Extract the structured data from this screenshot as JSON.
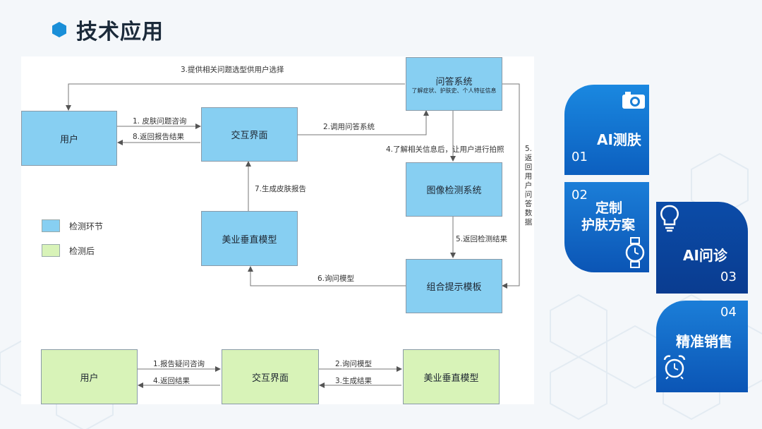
{
  "title": "技术应用",
  "diagram": {
    "nodes": {
      "user": "用户",
      "interface": "交互界面",
      "qa_system": "问答系统",
      "qa_system_sub": "了解症状、护肤史、个人特征信息",
      "image_detect": "图像检测系统",
      "combine_template": "组合提示模板",
      "beauty_model": "美业垂直模型"
    },
    "edges": {
      "e1": "1. 皮肤问题咨询",
      "e8": "8.返回报告结果",
      "e2": "2.调用问答系统",
      "e3": "3.提供相关问题选型供用户选择",
      "e4": "4.了解相关信息后，让用户进行拍照",
      "e5": "5.返回检测结果",
      "e5v": "5.返回用户问答数据",
      "e6": "6.询问模型",
      "e7": "7.生成皮肤报告"
    },
    "legend": {
      "detect": "检测环节",
      "after": "检测后"
    },
    "bottom": {
      "user": "用户",
      "interface": "交互界面",
      "model": "美业垂直模型",
      "b1": "1.报告疑问咨询",
      "b4": "4.返回结果",
      "b2": "2.询问模型",
      "b3": "3.生成结果"
    }
  },
  "features": [
    {
      "title": "AI测肤",
      "number": "01",
      "icon": "camera-icon"
    },
    {
      "title_line1": "定制",
      "title_line2": "护肤方案",
      "number": "02",
      "icon": "watch-icon"
    },
    {
      "title": "AI问诊",
      "number": "03",
      "icon": "lightbulb-icon"
    },
    {
      "title": "精准销售",
      "number": "04",
      "icon": "alarm-clock-icon"
    }
  ],
  "colors": {
    "detect": "#87cff2",
    "after": "#d8f3b8",
    "accent": "#1a7fd6",
    "accent_dark": "#0a4aa6"
  }
}
